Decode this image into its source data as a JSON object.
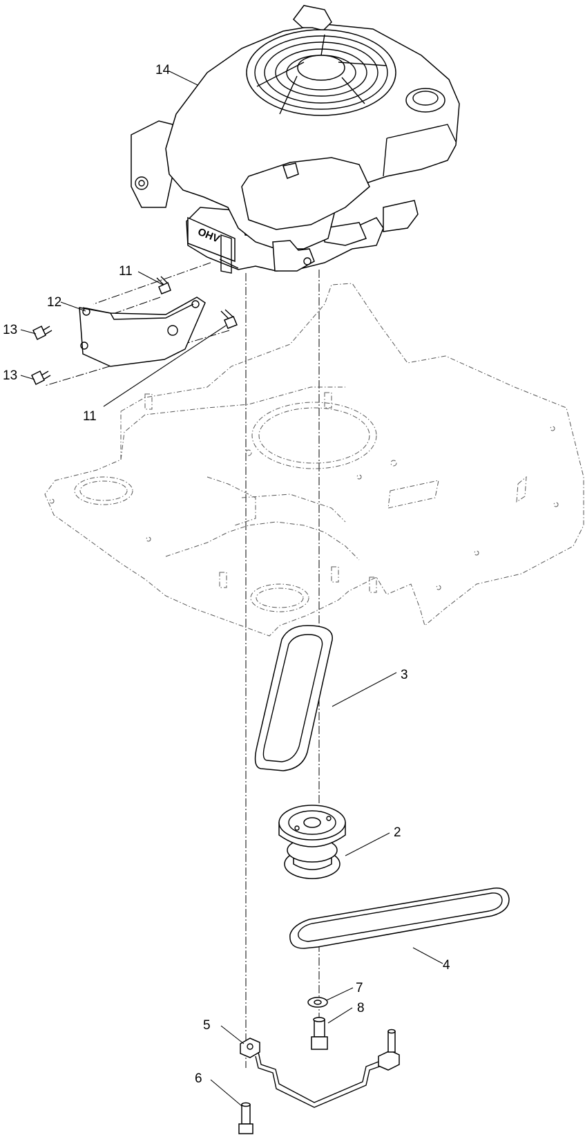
{
  "engine_badge": "OHV",
  "callouts": [
    {
      "id": "14",
      "label": "14"
    },
    {
      "id": "11a",
      "label": "11"
    },
    {
      "id": "12",
      "label": "12"
    },
    {
      "id": "13a",
      "label": "13"
    },
    {
      "id": "13b",
      "label": "13"
    },
    {
      "id": "11b",
      "label": "11"
    },
    {
      "id": "3",
      "label": "3"
    },
    {
      "id": "2",
      "label": "2"
    },
    {
      "id": "4",
      "label": "4"
    },
    {
      "id": "7",
      "label": "7"
    },
    {
      "id": "5",
      "label": "5"
    },
    {
      "id": "8",
      "label": "8"
    },
    {
      "id": "6",
      "label": "6"
    }
  ]
}
